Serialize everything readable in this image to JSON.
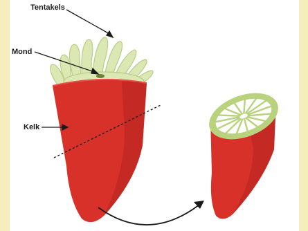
{
  "labels": {
    "tentacles": "Tentakels",
    "mouth": "Mond",
    "calyx": "Kelk"
  },
  "colors": {
    "frame": "#f4eebd",
    "background": "#ffffff",
    "body_red": "#d8312a",
    "body_red_shadow": "#b5221d",
    "tentacle_green": "#dbe8b3",
    "tentacle_outline": "#b9cc86",
    "mouth_dark": "#6f7f3a",
    "cut_disc_green": "#b8d27e",
    "cut_disc_center": "#ffffff",
    "ink": "#1a1a1a"
  },
  "elements": {
    "intact_polyp": "polyp-body",
    "cut_plane": "dotted-cut-line",
    "cut_polyp": "cut-polyp-lower-part",
    "transition_arrow": "curved-arrow"
  }
}
